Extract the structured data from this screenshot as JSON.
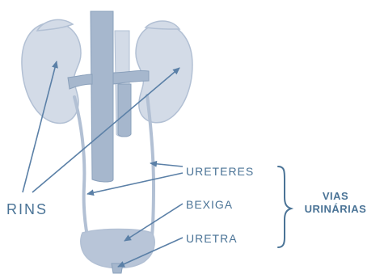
{
  "colors": {
    "text": "#4a7396",
    "organ_fill": "#d3dbe7",
    "organ_stroke": "#b2c0d4",
    "vessel_fill": "#a6b7cd",
    "vessel_dark": "#8aa0bb",
    "bladder_fill": "#b8c5d8",
    "pointer": "#5b80a7",
    "background": "#ffffff"
  },
  "labels": {
    "rins": "RINS",
    "ureteres": "URETERES",
    "bexiga": "BEXIGA",
    "uretra": "URETRA",
    "group_line1": "VIAS",
    "group_line2": "URINÁRIAS"
  },
  "icons": {
    "grouping_brace": "right-curly-brace",
    "pointer_arrows": "arrow-head"
  }
}
